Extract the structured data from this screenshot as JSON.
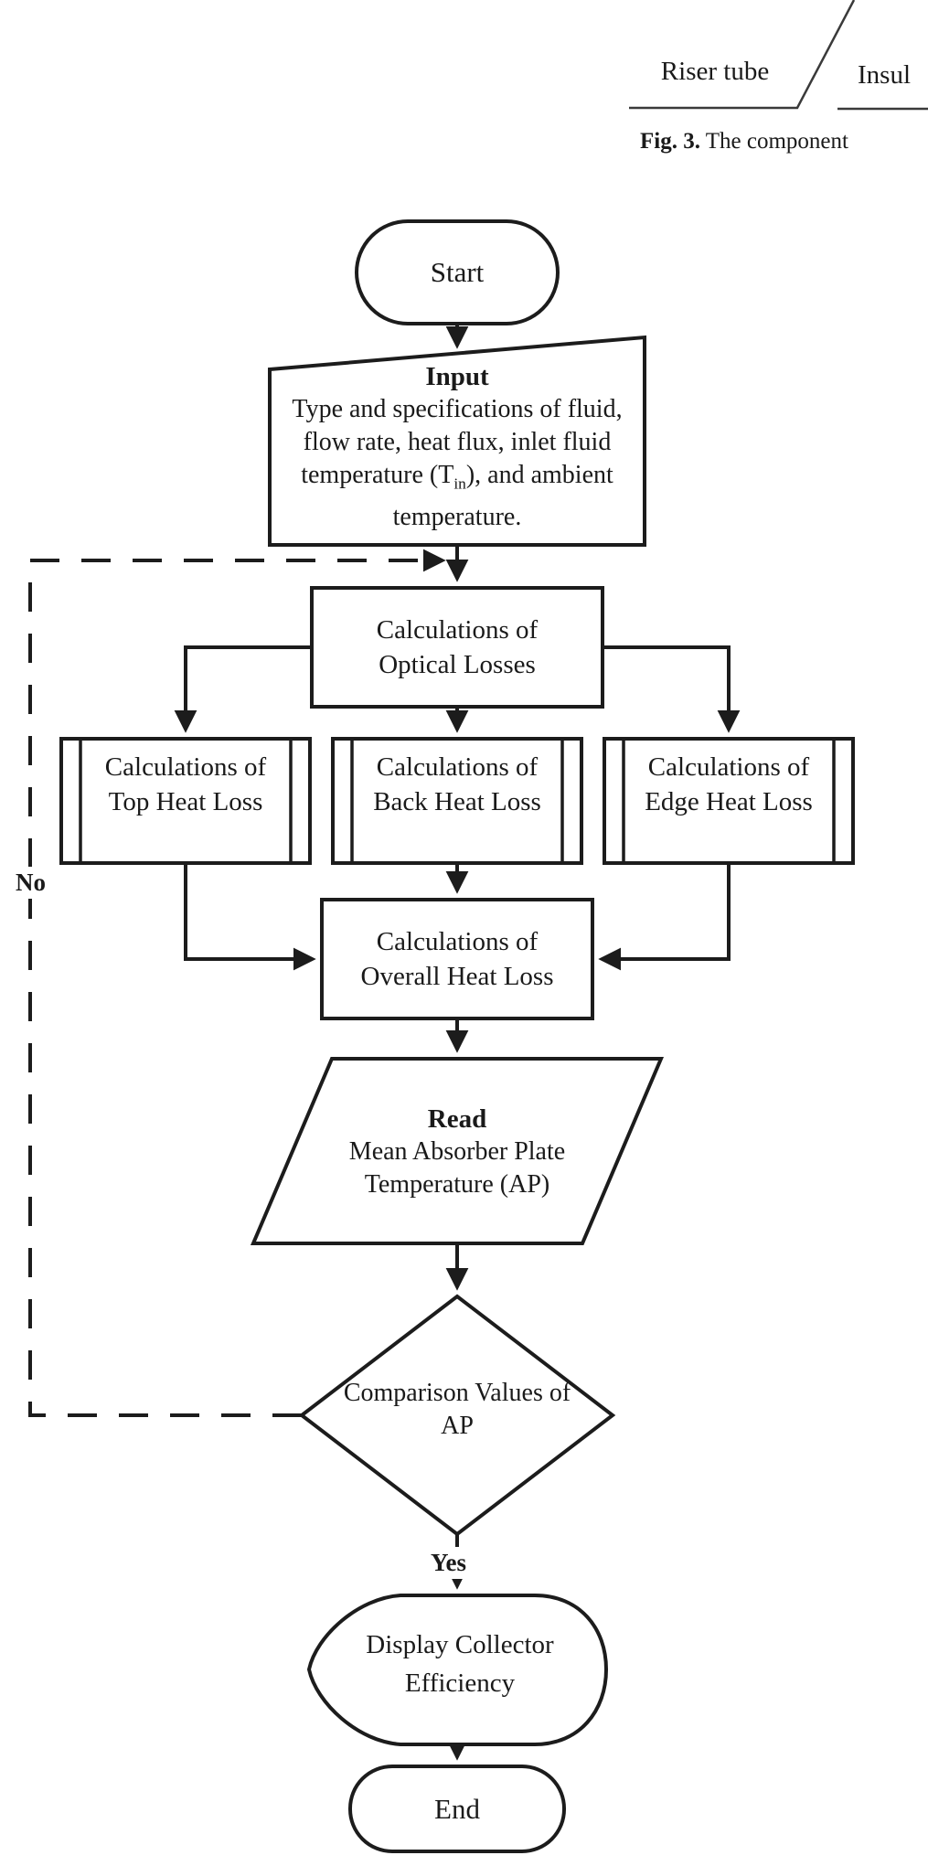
{
  "figure_fragment": {
    "riser_label": "Riser tube",
    "insulation_label": "Insul",
    "caption_bold": "Fig. 3.",
    "caption_text": " The component"
  },
  "flowchart": {
    "start_label": "Start",
    "input": {
      "title": "Input",
      "line1": "Type and specifications of fluid,",
      "line2": "flow rate, heat flux, inlet fluid",
      "line3_pre": "temperature (T",
      "line3_sub": "in",
      "line3_post": "), and ambient",
      "line4": "temperature."
    },
    "optical": {
      "line1": "Calculations of",
      "line2": "Optical Losses"
    },
    "top_loss": {
      "line1": "Calculations of",
      "line2": "Top Heat Loss"
    },
    "back_loss": {
      "line1": "Calculations of",
      "line2": "Back Heat Loss"
    },
    "edge_loss": {
      "line1": "Calculations of",
      "line2": "Edge Heat Loss"
    },
    "overall": {
      "line1": "Calculations of",
      "line2": "Overall Heat Loss"
    },
    "read": {
      "title": "Read",
      "line1": "Mean Absorber Plate",
      "line2": "Temperature (AP)"
    },
    "decision": {
      "line1": "Comparison Values of",
      "line2": "AP"
    },
    "no_label": "No",
    "yes_label": "Yes",
    "display": {
      "line1": "Display Collector",
      "line2": "Efficiency"
    },
    "end_label": "End",
    "colors": {
      "line": "#1c1c1c",
      "fill": "#ffffff"
    }
  }
}
